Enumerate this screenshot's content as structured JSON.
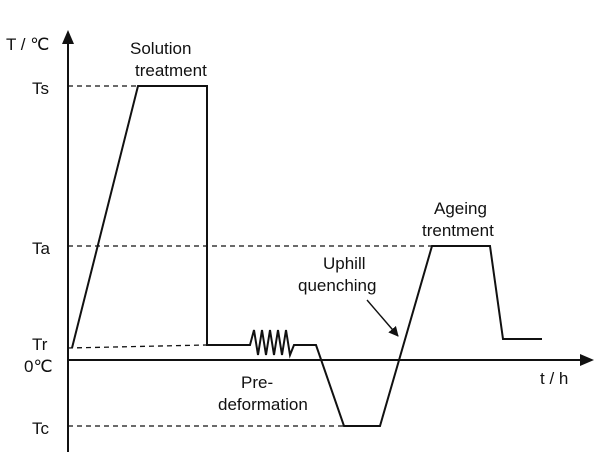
{
  "axes": {
    "y_label": "T / ℃",
    "x_label": "t / h",
    "origin_label": "0℃"
  },
  "levels": {
    "ts": "Ts",
    "ta": "Ta",
    "tr": "Tr",
    "tc": "Tc"
  },
  "annotations": {
    "solution_line1": "Solution",
    "solution_line2": "treatment",
    "ageing_line1": "Ageing",
    "ageing_line2": "trentment",
    "uphill_line1": "Uphill",
    "uphill_line2": "quenching",
    "predef_line1": "Pre-",
    "predef_line2": "deformation"
  }
}
